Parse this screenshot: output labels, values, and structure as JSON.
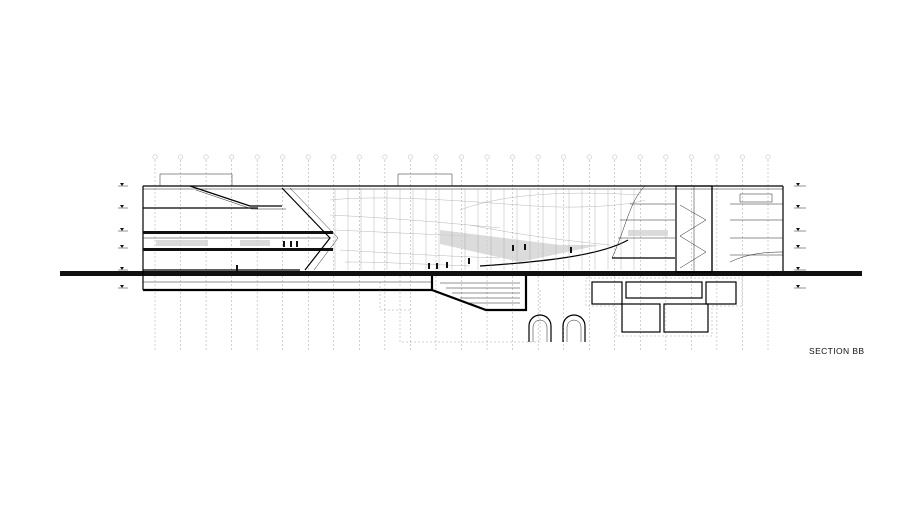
{
  "drawing": {
    "type": "architectural-section",
    "label": "SECTION BB",
    "grid_axes": 25,
    "level_markers": 6
  },
  "colors": {
    "line": "#000000",
    "secondary": "#9a9a9a",
    "background": "#ffffff"
  }
}
